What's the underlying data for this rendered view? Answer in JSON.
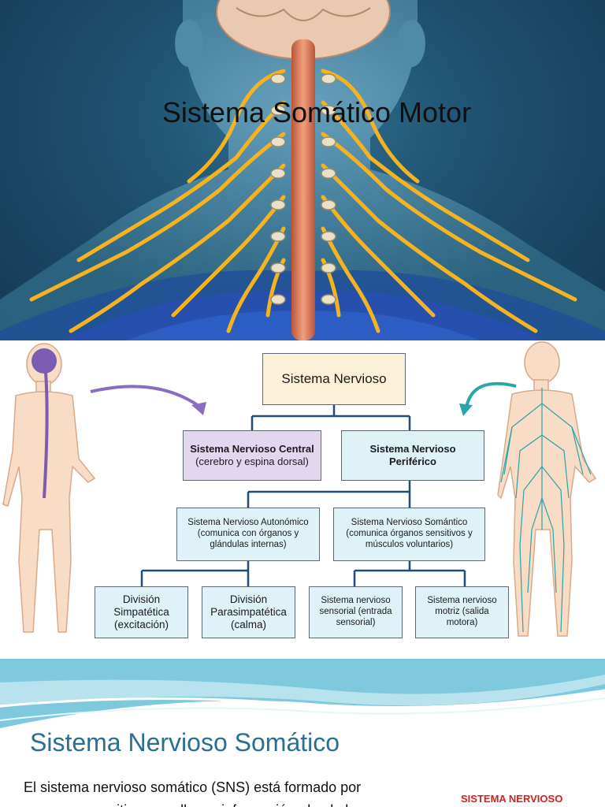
{
  "slide1": {
    "title": "Sistema Somático Motor"
  },
  "slide2": {
    "boxes": {
      "root": {
        "main": "Sistema Nervioso",
        "sub": ""
      },
      "central": {
        "main": "Sistema Nervioso Central",
        "sub": "(cerebro y espina dorsal)"
      },
      "periferico": {
        "main": "Sistema Nervioso Periférico",
        "sub": ""
      },
      "autonomico": {
        "main": "Sistema Nervioso Autonómico",
        "sub": "(comunica con órganos y glándulas internas)"
      },
      "somatico": {
        "main": "Sistema Nervioso Somántico",
        "sub": "(comunica órganos sensitivos y músculos voluntarios)"
      },
      "simpatetica": {
        "main": "División Simpatética",
        "sub": "(excitación)"
      },
      "parasimpatetica": {
        "main": "División Parasimpatética",
        "sub": "(calma)"
      },
      "sensorial": {
        "main": "Sistema nervioso sensorial (entrada sensorial)",
        "sub": ""
      },
      "motriz": {
        "main": "Sistema nervioso motriz (salida motora)",
        "sub": ""
      }
    },
    "colors": {
      "purple_box": "#e3d7f0",
      "blue_box": "#dff2f8",
      "connector": "#1f4d78",
      "purple_arrow": "#8a6cc0",
      "teal_arrow": "#2aa5a8"
    }
  },
  "slide3": {
    "title": "Sistema Nervioso Somático",
    "body_line1": "El sistema nervioso somático (SNS) está formado por",
    "body_line2": "neuronas sensitivas que llevan información, desde los",
    "logo_text": "SISTEMA NERVIOSO"
  }
}
